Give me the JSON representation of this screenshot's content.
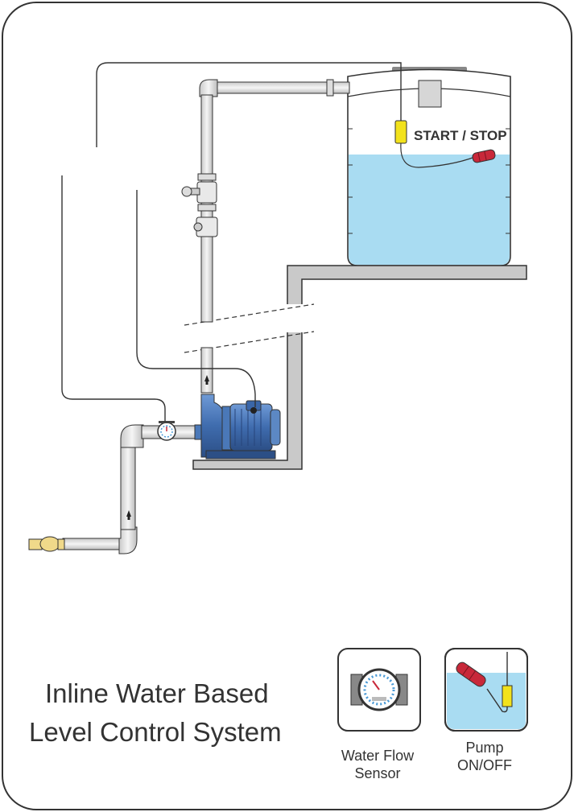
{
  "title": {
    "line1": "Inline Water Based",
    "line2": "Level Control System"
  },
  "tank_label": "START / STOP",
  "legend": {
    "flow_sensor": {
      "line1": "Water Flow",
      "line2": "Sensor",
      "icon": "flow-meter-icon"
    },
    "pump_switch": {
      "line1": "Pump",
      "line2": "ON/OFF",
      "icon": "float-switch-icon"
    }
  },
  "colors": {
    "water": "#a9dcf2",
    "pump_blue": "#4a78b8",
    "float_red": "#c8283a",
    "float_yellow": "#f2e21c",
    "pipe": "#e6e6e6",
    "outline": "#333333"
  }
}
